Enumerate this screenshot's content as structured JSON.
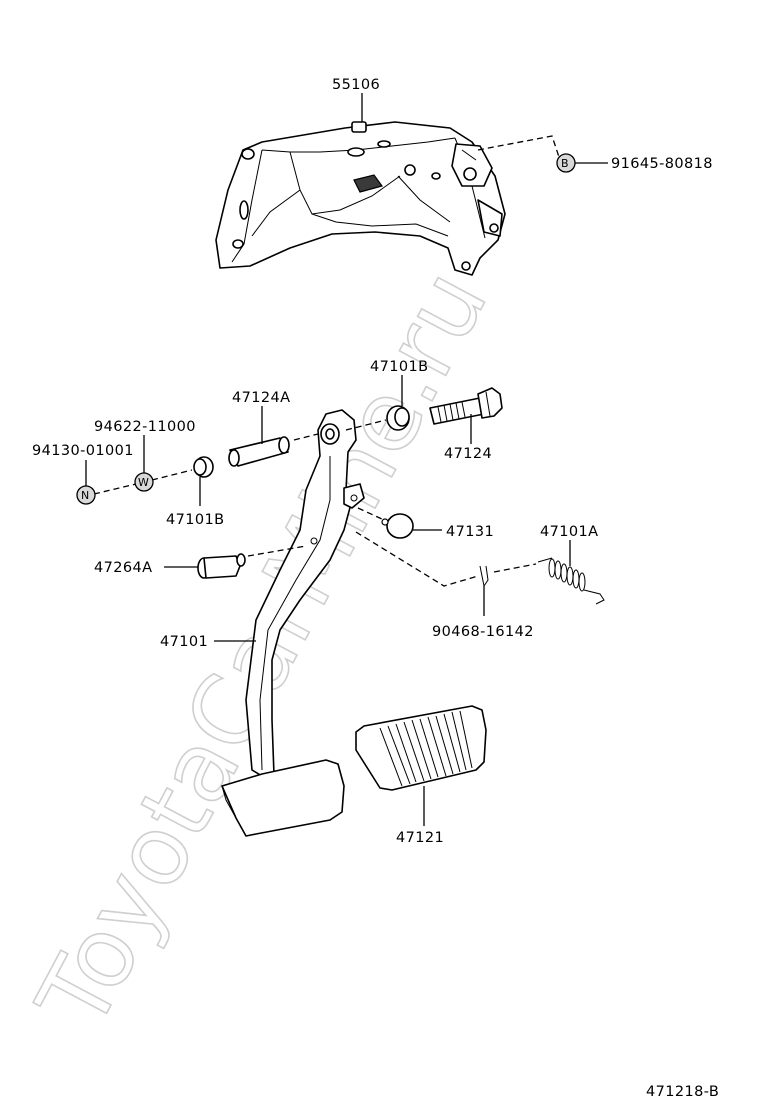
{
  "labels": {
    "bracket": "55106",
    "bolt_b": "91645-80818",
    "marker_b": "B",
    "bushing_top": "47101B",
    "collar": "47124A",
    "washer": "94622-11000",
    "nut": "94130-01001",
    "marker_w": "W",
    "marker_n": "N",
    "bushing_bottom": "47101B",
    "bolt": "47124",
    "stopper": "47131",
    "spring": "47101A",
    "pin": "47264A",
    "clip": "90468-16142",
    "pedal_arm": "47101",
    "pad": "47121"
  },
  "watermark": "ToyotaCarMine.ru",
  "figure_code": "471218-B"
}
